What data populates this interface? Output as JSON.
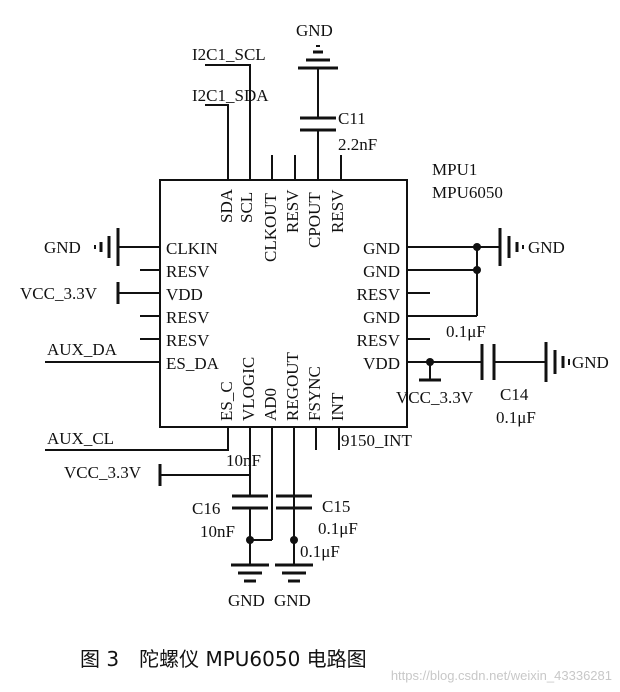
{
  "chip": {
    "ref": "MPU1",
    "part": "MPU6050",
    "top_pins": [
      "SDA",
      "SCL",
      "CLKOUT",
      "RESV",
      "CPOUT",
      "RESV"
    ],
    "left_pins": [
      "CLKIN",
      "RESV",
      "VDD",
      "RESV",
      "RESV",
      "ES_DA"
    ],
    "right_pins": [
      "GND",
      "GND",
      "RESV",
      "GND",
      "RESV",
      "VDD"
    ],
    "bottom_pins": [
      "ES_C",
      "VLOGIC",
      "AD0",
      "REGOUT",
      "FSYNC",
      "INT"
    ]
  },
  "nets": {
    "i2c_scl": "I2C1_SCL",
    "i2c_sda": "I2C1_SDA",
    "gnd": "GND",
    "vcc": "VCC_3.3V",
    "aux_da": "AUX_DA",
    "aux_cl": "AUX_CL",
    "int_9150": "9150_INT"
  },
  "components": {
    "c11": {
      "ref": "C11",
      "value": "2.2nF"
    },
    "c14": {
      "ref": "C14",
      "value": "0.1μF",
      "value_top": "0.1μF"
    },
    "c15": {
      "ref": "C15",
      "value": "0.1μF",
      "value_extra": "0.1μF"
    },
    "c16": {
      "ref": "C16",
      "value": "10nF",
      "value_top": "10nF"
    }
  },
  "caption": "图 3　陀螺仪 MPU6050 电路图",
  "watermark": "https://blog.csdn.net/weixin_43336281"
}
